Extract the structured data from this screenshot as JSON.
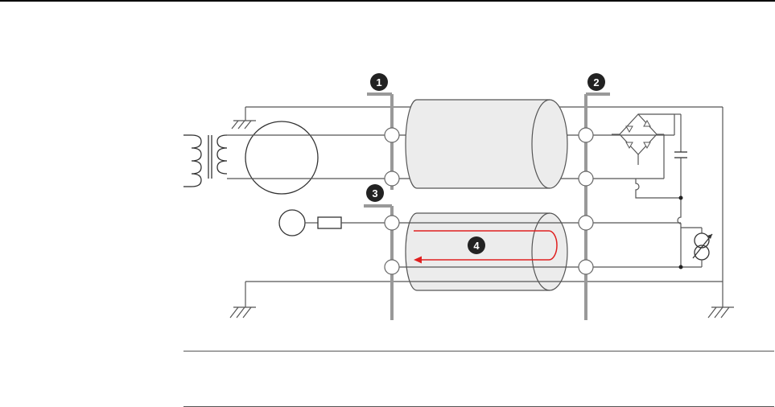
{
  "markers": [
    {
      "id": "1",
      "label": "1"
    },
    {
      "id": "2",
      "label": "2"
    },
    {
      "id": "3",
      "label": "3"
    },
    {
      "id": "4",
      "label": "4"
    }
  ],
  "colors": {
    "wire": "#555555",
    "bar": "#999999",
    "cable_fill": "#ececec",
    "current_path": "#e02020",
    "marker": "#222222"
  },
  "icons": [
    "transformer-icon",
    "ground-icon",
    "bridge-rectifier-icon",
    "capacitor-icon",
    "resistor-icon",
    "source-icon",
    "variable-transformer-icon"
  ]
}
